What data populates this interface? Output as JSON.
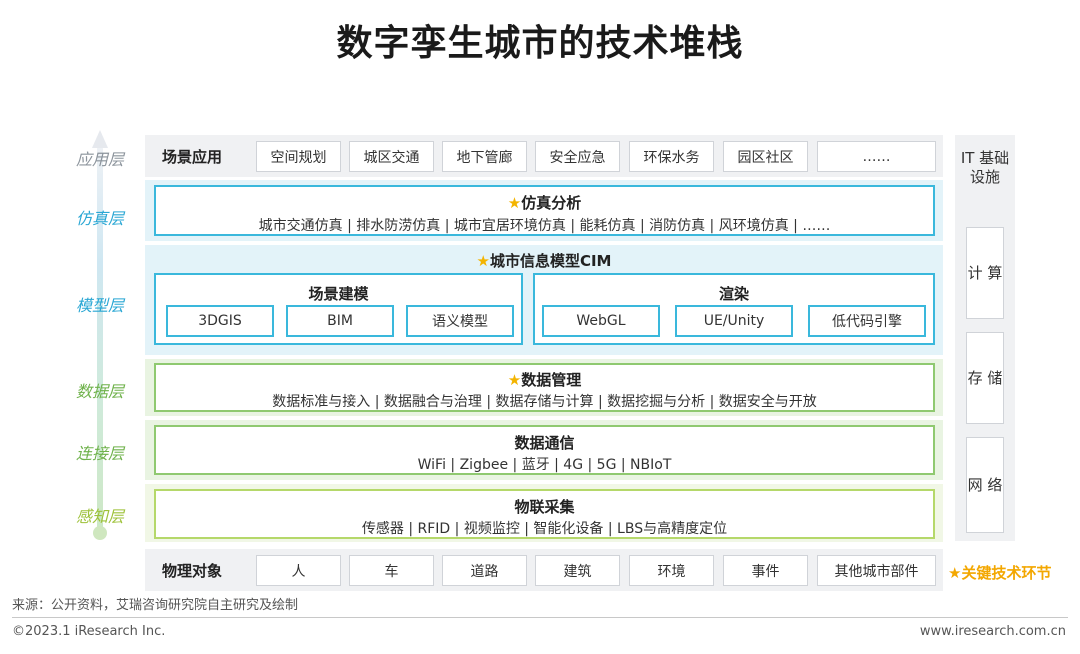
{
  "title": "数字孪生城市的技术堆栈",
  "layers": {
    "app": "应用层",
    "sim": "仿真层",
    "model": "模型层",
    "data": "数据层",
    "conn": "连接层",
    "sense": "感知层"
  },
  "layer_colors": {
    "app": "#8c949c",
    "sim": "#2aa7d4",
    "model": "#2aa7d4",
    "data": "#6fb24b",
    "conn": "#6fb24b",
    "sense": "#9ec23a"
  },
  "scene": {
    "label": "场景应用",
    "items": [
      "空间规划",
      "城区交通",
      "地下管廊",
      "安全应急",
      "环保水务",
      "园区社区",
      "……"
    ]
  },
  "simulation": {
    "star": "★",
    "title": "仿真分析",
    "detail": "城市交通仿真 | 排水防涝仿真 | 城市宜居环境仿真 | 能耗仿真 | 消防仿真 | 风环境仿真 | ……"
  },
  "cim": {
    "star": "★",
    "title": "城市信息模型CIM",
    "modeling": {
      "title": "场景建模",
      "items": [
        "3DGIS",
        "BIM",
        "语义模型"
      ]
    },
    "rendering": {
      "title": "渲染",
      "items": [
        "WebGL",
        "UE/Unity",
        "低代码引擎"
      ]
    }
  },
  "data_mgmt": {
    "star": "★",
    "title": "数据管理",
    "detail": "数据标准与接入 | 数据融合与治理 | 数据存储与计算 | 数据挖掘与分析 | 数据安全与开放"
  },
  "data_comm": {
    "title": "数据通信",
    "detail": "WiFi | Zigbee | 蓝牙 | 4G | 5G | NBIoT"
  },
  "iot": {
    "title": "物联采集",
    "detail": "传感器 | RFID | 视频监控 | 智能化设备 | LBS与高精度定位"
  },
  "physical": {
    "label": "物理对象",
    "items": [
      "人",
      "车",
      "道路",
      "建筑",
      "环境",
      "事件",
      "其他城市部件"
    ]
  },
  "it_infra": {
    "title": "IT 基础 设施",
    "items": [
      "计 算",
      "存 储",
      "网 络"
    ]
  },
  "legend": "★关键技术环节",
  "source": "来源：公开资料，艾瑞咨询研究院自主研究及绘制",
  "copyright": "©2023.1 iResearch Inc.",
  "website": "www.iresearch.com.cn"
}
